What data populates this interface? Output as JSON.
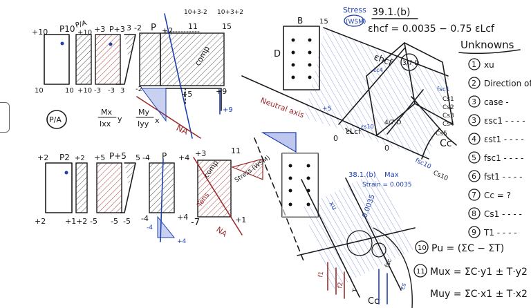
{
  "header": {
    "stress_line": "Stress",
    "wsm_label": "(WSM)",
    "clause_ref": "39.1.(b)",
    "formula": "εhcf = 0.0035 − 0.75 εLcf"
  },
  "top_left": {
    "top_labels": [
      "+10",
      "P10",
      "P/A",
      "+10",
      "+3",
      "P+3",
      "3",
      "-2",
      "P",
      "+2",
      "11",
      "15"
    ],
    "top_calc": [
      "10+3-2",
      "10+3+2"
    ],
    "bottom_labels": [
      "10",
      "10",
      "+10",
      "-3",
      "-3",
      "3",
      "-2",
      "+5",
      "+9"
    ],
    "side_values": [
      "+9"
    ],
    "comp_label": "comp",
    "na_label": "NA"
  },
  "formula_terms": {
    "pa": "P/A",
    "mx_num": "Mx",
    "mx_den": "Ixx",
    "mx_var": "y",
    "my_num": "My",
    "my_den": "Iyy",
    "my_var": "x"
  },
  "bottom_left": {
    "top_labels": [
      "+2",
      "P2",
      "+2",
      "+5",
      "P+5",
      "5",
      "-4",
      "P",
      "+4",
      "+3",
      "11"
    ],
    "bottom_labels": [
      "+2",
      "+1",
      "+2",
      "-5",
      "-5",
      "-5",
      "-4",
      "+4",
      "-7",
      "+1"
    ],
    "side_values": [
      "-4",
      "+4"
    ],
    "comp_label": "comp",
    "tens_label": "Tens",
    "stress_label": "Stress (WSM)",
    "na_label": "NA"
  },
  "top_right_section": {
    "d_label": "D",
    "b_label": "B",
    "dim": "15",
    "neutral_axis": "Neutral axis",
    "ehcf": "εhcf",
    "elcf": "εLcf",
    "fraction": "3/7 D",
    "fraction2": "4/7 D",
    "zero_labels": [
      "0",
      "0"
    ],
    "stress_labels": [
      "fsc1",
      "Cs1",
      "Cs2",
      "Cs3",
      "Cs4",
      "Cs5",
      "Cc",
      "fsc10",
      "Cs10"
    ],
    "notes": [
      "+5",
      "εs10",
      "εc4"
    ]
  },
  "bottom_right_section": {
    "clause_ref": "38.1.(b)",
    "max_label": "Max",
    "strain": "Strain = 0.0035",
    "strain_value": "0.0035",
    "bottom_labels": [
      "Cc",
      "f1",
      "f2"
    ],
    "labels": [
      "xu",
      "T",
      "εs",
      "fsc"
    ]
  },
  "unknowns": {
    "title": "Unknowns",
    "items": [
      {
        "n": "1",
        "text": "xu"
      },
      {
        "n": "2",
        "text": "Direction of NA"
      },
      {
        "n": "3",
        "text": "case -"
      },
      {
        "n": "3",
        "text": "εsc1 - - - -"
      },
      {
        "n": "4",
        "text": "εst1 - - - -"
      },
      {
        "n": "5",
        "text": "fsc1 - - - -"
      },
      {
        "n": "6",
        "text": "fst1 - - - -"
      },
      {
        "n": "7",
        "text": "Cc = ?"
      },
      {
        "n": "8",
        "text": "Cs1 - - - -"
      },
      {
        "n": "9",
        "text": "T1 - - - -"
      }
    ]
  },
  "equations": [
    {
      "n": "10",
      "text": "Pu = (ΣC − ΣT)"
    },
    {
      "n": "11",
      "text": "Mux = ΣC·y1 ± T·y2"
    },
    {
      "n": "",
      "text": "Muy = ΣC·x1 ± T·x2"
    }
  ],
  "colors": {
    "ink": "#1b1b1b",
    "blue": "#1d3fb0",
    "red": "#9c2b2b",
    "background": "#ffffff"
  }
}
